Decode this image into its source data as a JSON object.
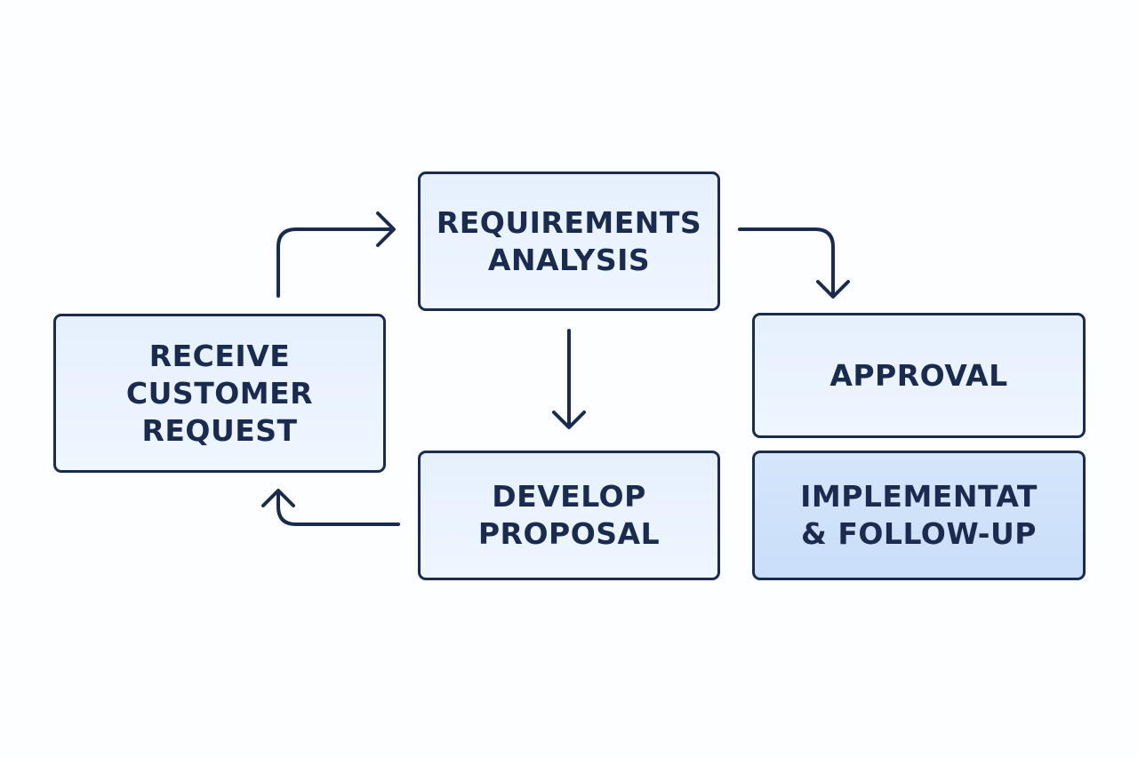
{
  "nodes": {
    "requirements": {
      "lines": [
        "REQUIREMENTS",
        "ANALYSIS"
      ]
    },
    "receive": {
      "lines": [
        "RECEIVE",
        "CUSTOMER",
        "REQUEST"
      ]
    },
    "approval": {
      "lines": [
        "APPROVAL"
      ]
    },
    "develop": {
      "lines": [
        "DEVELOP",
        "PROPOSAL"
      ]
    },
    "implementation": {
      "lines": [
        "IMPLEMENTAT",
        "& FOLLOW-UP"
      ]
    }
  },
  "edges": [
    {
      "from": "receive",
      "to": "requirements"
    },
    {
      "from": "requirements",
      "to": "approval"
    },
    {
      "from": "requirements",
      "to": "develop"
    },
    {
      "from": "develop",
      "to": "receive"
    }
  ],
  "colors": {
    "stroke": "#1a2b4f",
    "box_fill": "#eaf3fe",
    "highlight_fill": "#cfe2fa",
    "background": "#fdfeff"
  }
}
